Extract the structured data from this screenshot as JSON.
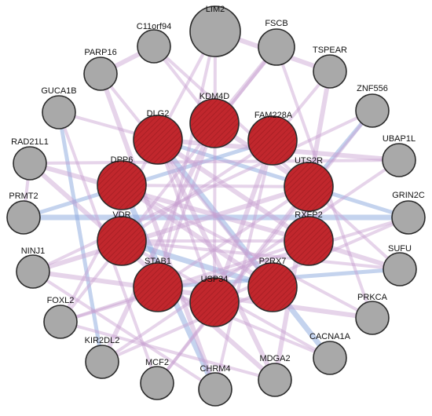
{
  "colors": {
    "query_gene_fill": "#c1272d",
    "related_gene_fill": "#a9a9a9",
    "node_stroke": "#2b2b2b",
    "physical_interaction_edge": "#c79fd0",
    "coexpression_edge": "#8aa8de"
  },
  "nodes": [
    {
      "id": "LIM2",
      "group": "outer"
    },
    {
      "id": "FSCB",
      "group": "outer"
    },
    {
      "id": "TSPEAR",
      "group": "outer"
    },
    {
      "id": "ZNF556",
      "group": "outer"
    },
    {
      "id": "UBAP1L",
      "group": "outer"
    },
    {
      "id": "GRIN2C",
      "group": "outer"
    },
    {
      "id": "SUFU",
      "group": "outer"
    },
    {
      "id": "PRKCA",
      "group": "outer"
    },
    {
      "id": "CACNA1A",
      "group": "outer"
    },
    {
      "id": "MDGA2",
      "group": "outer"
    },
    {
      "id": "CHRM4",
      "group": "outer"
    },
    {
      "id": "MCF2",
      "group": "outer"
    },
    {
      "id": "KIR2DL2",
      "group": "outer"
    },
    {
      "id": "FOXL2",
      "group": "outer"
    },
    {
      "id": "NINJ1",
      "group": "outer"
    },
    {
      "id": "PRMT2",
      "group": "outer"
    },
    {
      "id": "RAD21L1",
      "group": "outer"
    },
    {
      "id": "GUCA1B",
      "group": "outer"
    },
    {
      "id": "PARP16",
      "group": "outer"
    },
    {
      "id": "C11orf94",
      "group": "outer"
    },
    {
      "id": "KDM4D",
      "group": "query"
    },
    {
      "id": "FAM228A",
      "group": "query"
    },
    {
      "id": "UTS2R",
      "group": "query"
    },
    {
      "id": "RXFP2",
      "group": "query"
    },
    {
      "id": "P2RX7",
      "group": "query"
    },
    {
      "id": "USP34",
      "group": "query"
    },
    {
      "id": "STAB1",
      "group": "query"
    },
    {
      "id": "VDR",
      "group": "query"
    },
    {
      "id": "DPP6",
      "group": "query"
    },
    {
      "id": "DLG2",
      "group": "query"
    }
  ],
  "edges": [
    [
      "GUCA1B",
      "KIR2DL2",
      "blue"
    ],
    [
      "PRMT2",
      "GRIN2C",
      "blue"
    ],
    [
      "PRMT2",
      "FAM228A",
      "blue"
    ],
    [
      "DLG2",
      "CACNA1A",
      "blue"
    ],
    [
      "DLG2",
      "GRIN2C",
      "blue"
    ],
    [
      "DPP6",
      "CHRM4",
      "blue"
    ],
    [
      "ZNF556",
      "UTS2R",
      "blue"
    ],
    [
      "VDR",
      "P2RX7",
      "blue"
    ],
    [
      "STAB1",
      "SUFU",
      "blue"
    ],
    [
      "LIM2",
      "TSPEAR",
      "pink"
    ],
    [
      "LIM2",
      "STAB1",
      "pink"
    ],
    [
      "LIM2",
      "USP34",
      "pink"
    ],
    [
      "FSCB",
      "KDM4D",
      "pink"
    ],
    [
      "FSCB",
      "FOXL2",
      "pink"
    ],
    [
      "TSPEAR",
      "FAM228A",
      "pink"
    ],
    [
      "TSPEAR",
      "MDGA2",
      "pink"
    ],
    [
      "ZNF556",
      "NINJ1",
      "pink"
    ],
    [
      "ZNF556",
      "MCF2",
      "pink"
    ],
    [
      "UBAP1L",
      "DLG2",
      "pink"
    ],
    [
      "UBAP1L",
      "RAD21L1",
      "pink"
    ],
    [
      "GRIN2C",
      "USP34",
      "pink"
    ],
    [
      "SUFU",
      "RXFP2",
      "pink"
    ],
    [
      "SUFU",
      "VDR",
      "pink"
    ],
    [
      "PRKCA",
      "DPP6",
      "pink"
    ],
    [
      "PRKCA",
      "NINJ1",
      "pink"
    ],
    [
      "CACNA1A",
      "VDR",
      "pink"
    ],
    [
      "CACNA1A",
      "STAB1",
      "pink"
    ],
    [
      "MDGA2",
      "DLG2",
      "pink"
    ],
    [
      "MDGA2",
      "FOXL2",
      "pink"
    ],
    [
      "CHRM4",
      "FAM228A",
      "pink"
    ],
    [
      "CHRM4",
      "PARP16",
      "pink"
    ],
    [
      "MCF2",
      "UTS2R",
      "pink"
    ],
    [
      "MCF2",
      "GUCA1B",
      "pink"
    ],
    [
      "KIR2DL2",
      "KDM4D",
      "pink"
    ],
    [
      "KIR2DL2",
      "P2RX7",
      "pink"
    ],
    [
      "FOXL2",
      "RXFP2",
      "pink"
    ],
    [
      "NINJ1",
      "UTS2R",
      "pink"
    ],
    [
      "NINJ1",
      "CHRM4",
      "pink"
    ],
    [
      "PRMT2",
      "RAD21L1",
      "pink"
    ],
    [
      "RAD21L1",
      "RXFP2",
      "pink"
    ],
    [
      "GUCA1B",
      "DLG2",
      "pink"
    ],
    [
      "PARP16",
      "P2RX7",
      "pink"
    ],
    [
      "PARP16",
      "C11orf94",
      "pink"
    ],
    [
      "C11orf94",
      "KDM4D",
      "pink"
    ],
    [
      "C11orf94",
      "SUFU",
      "pink"
    ],
    [
      "DLG2",
      "RXFP2",
      "pink"
    ],
    [
      "DLG2",
      "USP34",
      "pink"
    ],
    [
      "DPP6",
      "UTS2R",
      "pink"
    ],
    [
      "DPP6",
      "P2RX7",
      "pink"
    ],
    [
      "KDM4D",
      "STAB1",
      "pink"
    ],
    [
      "FAM228A",
      "VDR",
      "pink"
    ],
    [
      "FAM228A",
      "USP34",
      "pink"
    ],
    [
      "UTS2R",
      "STAB1",
      "pink"
    ],
    [
      "VDR",
      "RXFP2",
      "pink"
    ],
    [
      "KDM4D",
      "UTS2R",
      "pink"
    ],
    [
      "PRKCA",
      "FSCB",
      "pink"
    ],
    [
      "LIM2",
      "FOXL2",
      "pink"
    ],
    [
      "RAD21L1",
      "MDGA2",
      "pink"
    ],
    [
      "GRIN2C",
      "FOXL2",
      "pink"
    ],
    [
      "UBAP1L",
      "KIR2DL2",
      "pink"
    ]
  ]
}
